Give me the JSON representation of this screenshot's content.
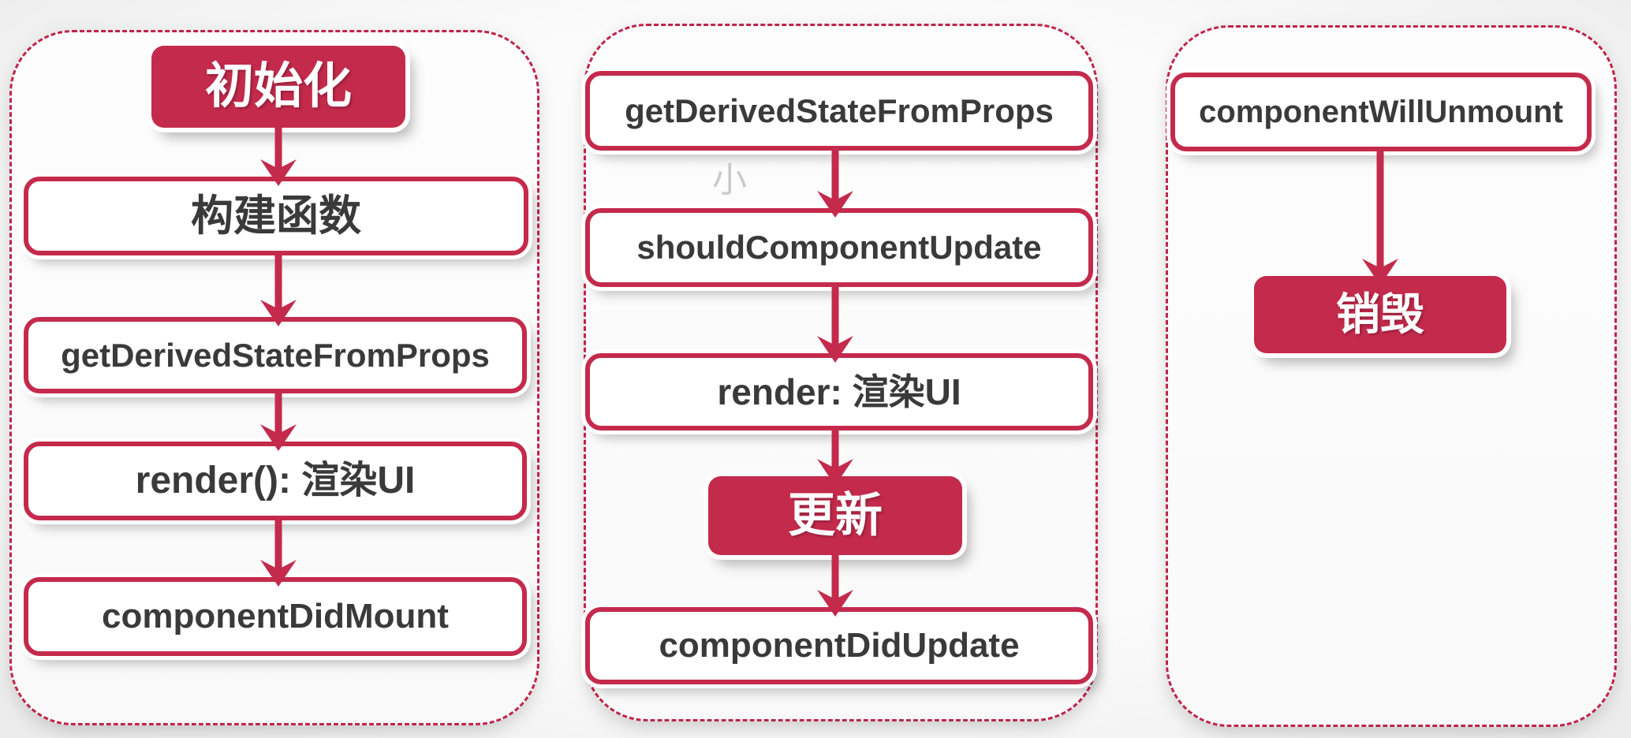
{
  "palette": {
    "accent_red": "#c42a4c",
    "dashed_border_red": "#bf2448",
    "box_text_dark": "#3a3a3a",
    "box_text_light": "#ffffff"
  },
  "watermark": "小",
  "diagram": {
    "type": "flowchart",
    "columns": [
      {
        "name": "mount-phase",
        "nodes": [
          {
            "label": "初始化",
            "style": "red"
          },
          {
            "label": "构建函数",
            "style": "white"
          },
          {
            "label": "getDerivedStateFromProps",
            "style": "white"
          },
          {
            "label": "render(): 渲染UI",
            "style": "white"
          },
          {
            "label": "componentDidMount",
            "style": "white"
          }
        ],
        "edges": [
          "初始化→构建函数",
          "构建函数→getDerivedStateFromProps",
          "getDerivedStateFromProps→render(): 渲染UI",
          "render(): 渲染UI→componentDidMount"
        ]
      },
      {
        "name": "update-phase",
        "nodes": [
          {
            "label": "getDerivedStateFromProps",
            "style": "white"
          },
          {
            "label": "shouldComponentUpdate",
            "style": "white"
          },
          {
            "label": "render: 渲染UI",
            "style": "white"
          },
          {
            "label": "更新",
            "style": "red"
          },
          {
            "label": "componentDidUpdate",
            "style": "white"
          }
        ],
        "edges": [
          "getDerivedStateFromProps→shouldComponentUpdate",
          "shouldComponentUpdate→render: 渲染UI",
          "render: 渲染UI→更新",
          "更新→componentDidUpdate"
        ]
      },
      {
        "name": "unmount-phase",
        "nodes": [
          {
            "label": "componentWillUnmount",
            "style": "white"
          },
          {
            "label": "销毁",
            "style": "red"
          }
        ],
        "edges": [
          "componentWillUnmount→销毁"
        ]
      }
    ]
  }
}
